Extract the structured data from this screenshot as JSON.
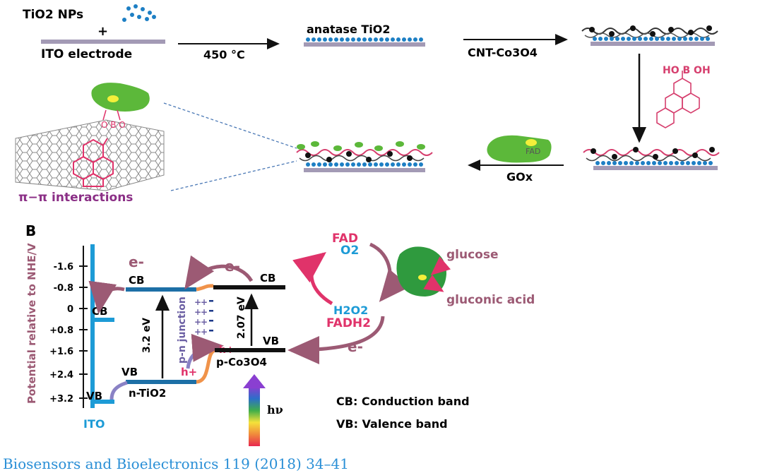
{
  "panel_a": {
    "tio2_nps": "TiO2 NPs",
    "plus": "+",
    "ito_electrode": "ITO electrode",
    "temperature": "450 °C",
    "anatase": "anatase TiO2",
    "cnt_co3o4": "CNT-Co3O4",
    "boronic_acid": "HO B OH",
    "fad": "FAD",
    "gox": "GOx",
    "pi_pi": "π−π interactions",
    "boronate": "O B O"
  },
  "panel_b": {
    "panel_label": "B",
    "y_axis_label": "Potential relative to NHE/V",
    "y_ticks": [
      "-1.6",
      "-0.8",
      "0",
      "+0.8",
      "+1.6",
      "+2.4",
      "+3.2"
    ],
    "ito": "ITO",
    "ito_cb": "CB",
    "ito_vb": "VB",
    "tio2_cb": "CB",
    "tio2_vb": "VB",
    "tio2_label": "n-TiO2",
    "tio2_gap": "3.2 eV",
    "co3o4_cb": "CB",
    "co3o4_vb": "VB",
    "co3o4_label": "p-Co3O4",
    "co3o4_gap": "2.07 eV",
    "pn_junction": "p-n junction",
    "electron": "e-",
    "hole": "h+",
    "hv": "hν",
    "cycle_fad": "FAD",
    "cycle_o2": "O2",
    "cycle_h2o2": "H2O2",
    "cycle_fadh2": "FADH2",
    "glucose": "glucose",
    "gluconic_acid": "gluconic acid",
    "legend_cb": "CB: Conduction band",
    "legend_vb": "VB: Valence band",
    "colors": {
      "blue": "#1d9bd6",
      "dark": "#111111",
      "mauve": "#9c5a74",
      "pink": "#e0336a",
      "green": "#4caf2c"
    }
  },
  "citation": "Biosensors and Bioelectronics 119 (2018) 34–41"
}
